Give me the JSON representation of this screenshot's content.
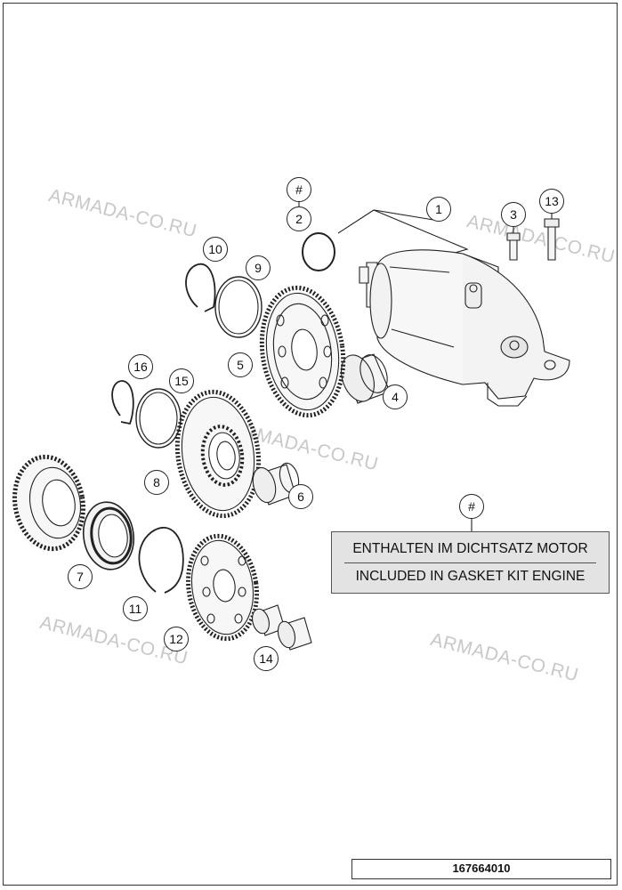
{
  "watermarks": [
    "ARMADA-CO.RU",
    "ARMADA-CO.RU",
    "ARMADA-CO.RU",
    "ARMADA-CO.RU",
    "ARMADA-CO.RU"
  ],
  "callouts": [
    {
      "id": "hash-top",
      "label": "#"
    },
    {
      "id": "c1",
      "label": "1"
    },
    {
      "id": "c2",
      "label": "2"
    },
    {
      "id": "c3",
      "label": "3"
    },
    {
      "id": "c4",
      "label": "4"
    },
    {
      "id": "c5",
      "label": "5"
    },
    {
      "id": "c6",
      "label": "6"
    },
    {
      "id": "c7",
      "label": "7"
    },
    {
      "id": "c8",
      "label": "8"
    },
    {
      "id": "c9",
      "label": "9"
    },
    {
      "id": "c10",
      "label": "10"
    },
    {
      "id": "c11",
      "label": "11"
    },
    {
      "id": "c12",
      "label": "12"
    },
    {
      "id": "c13",
      "label": "13"
    },
    {
      "id": "c14",
      "label": "14"
    },
    {
      "id": "c15",
      "label": "15"
    },
    {
      "id": "c16",
      "label": "16"
    },
    {
      "id": "hash-legend",
      "label": "#"
    }
  ],
  "legend": {
    "line1": "ENTHALTEN IM DICHTSATZ MOTOR",
    "line2": "INCLUDED IN GASKET KIT ENGINE"
  },
  "part_number": "167664010",
  "colors": {
    "line": "#222222",
    "fill_light": "#f2f2f2",
    "watermark": "#c8c8c8",
    "legend_bg": "#e3e3e3"
  }
}
